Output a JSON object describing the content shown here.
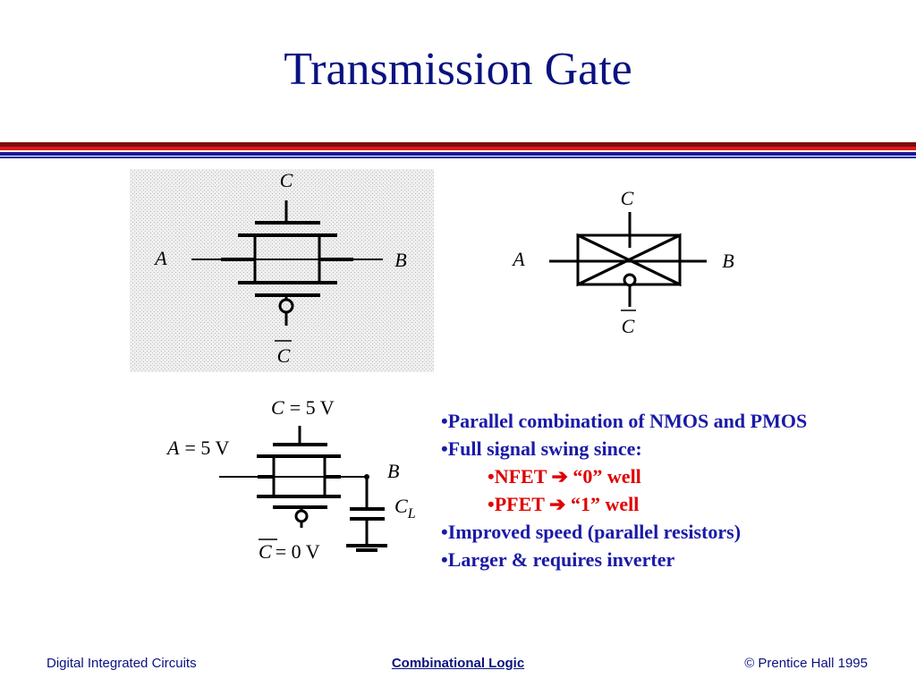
{
  "title": "Transmission Gate",
  "diagrams": {
    "layout": {
      "top": "C",
      "left": "A",
      "right": "B",
      "bottom": "C"
    },
    "symbol": {
      "top": "C",
      "left": "A",
      "right": "B",
      "bottom": "C"
    },
    "circuit": {
      "gate_top": {
        "var": "C",
        "value": "= 5 V"
      },
      "input": {
        "var": "A",
        "value": "= 5 V"
      },
      "output": "B",
      "cap": {
        "var": "C",
        "sub": "L"
      },
      "gate_bottom": {
        "var": "C",
        "value": "= 0 V"
      }
    }
  },
  "bullets": [
    {
      "text": "•Parallel combination of NMOS and PMOS",
      "color": "#1a1aa8"
    },
    {
      "text": "•Full signal swing since:",
      "color": "#1a1aa8"
    },
    {
      "text": "•NFET ➔ “0” well",
      "color": "#e00000"
    },
    {
      "text": "•PFET ➔ “1” well",
      "color": "#e00000"
    },
    {
      "text": "•Improved speed (parallel resistors)",
      "color": "#1a1aa8"
    },
    {
      "text": "•Larger & requires inverter",
      "color": "#1a1aa8"
    }
  ],
  "footer": {
    "left": "Digital Integrated Circuits",
    "center": "Combinational Logic",
    "right": "© Prentice Hall 1995"
  }
}
